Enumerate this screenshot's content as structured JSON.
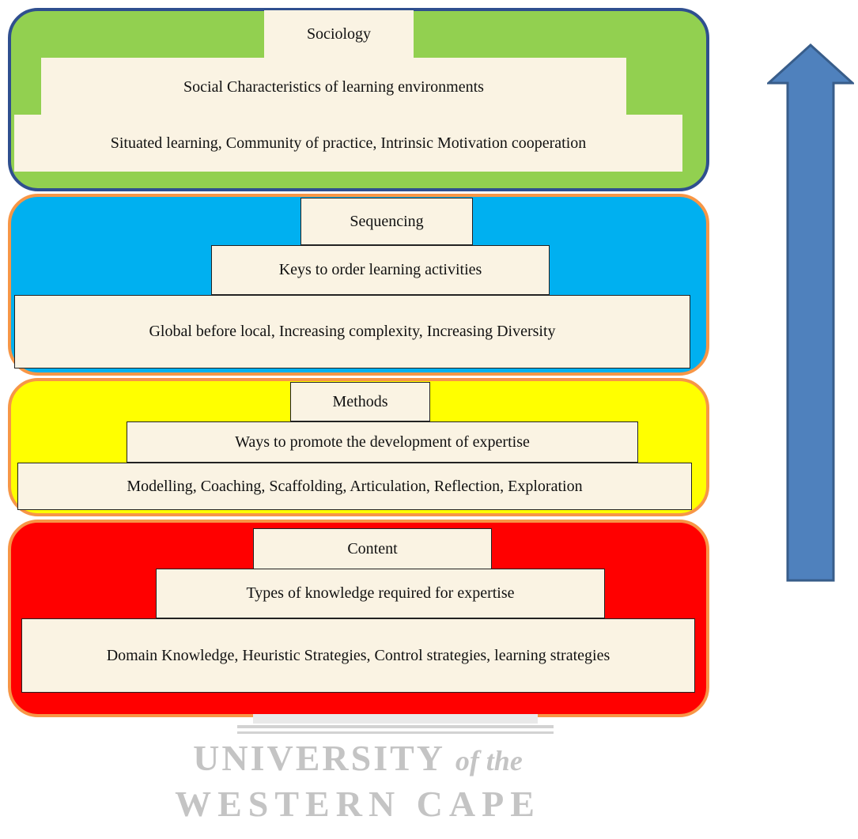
{
  "layers": {
    "sociology": {
      "title": "Sociology",
      "subtitle": "Social Characteristics of learning environments",
      "detail": "Situated learning, Community of practice, Intrinsic Motivation cooperation",
      "color": "#92d050",
      "border": "#2f4f8f"
    },
    "sequencing": {
      "title": "Sequencing",
      "subtitle": "Keys to order learning activities",
      "detail": "Global before local, Increasing complexity, Increasing Diversity",
      "color": "#00b0f0",
      "border": "#f79646"
    },
    "methods": {
      "title": "Methods",
      "subtitle": "Ways to promote the development of expertise",
      "detail": "Modelling, Coaching, Scaffolding, Articulation, Reflection, Exploration",
      "color": "#ffff00",
      "border": "#f79646"
    },
    "content": {
      "title": "Content",
      "subtitle": "Types of knowledge required for expertise",
      "detail": "Domain Knowledge, Heuristic Strategies, Control strategies, learning strategies",
      "color": "#ff0000",
      "border": "#f79646"
    }
  },
  "arrow": {
    "color": "#4f81bd",
    "border": "#385d8a"
  },
  "watermark": {
    "line1_main": "UNIVERSITY",
    "line1_suffix": "of the",
    "line2": "WESTERN CAPE"
  }
}
